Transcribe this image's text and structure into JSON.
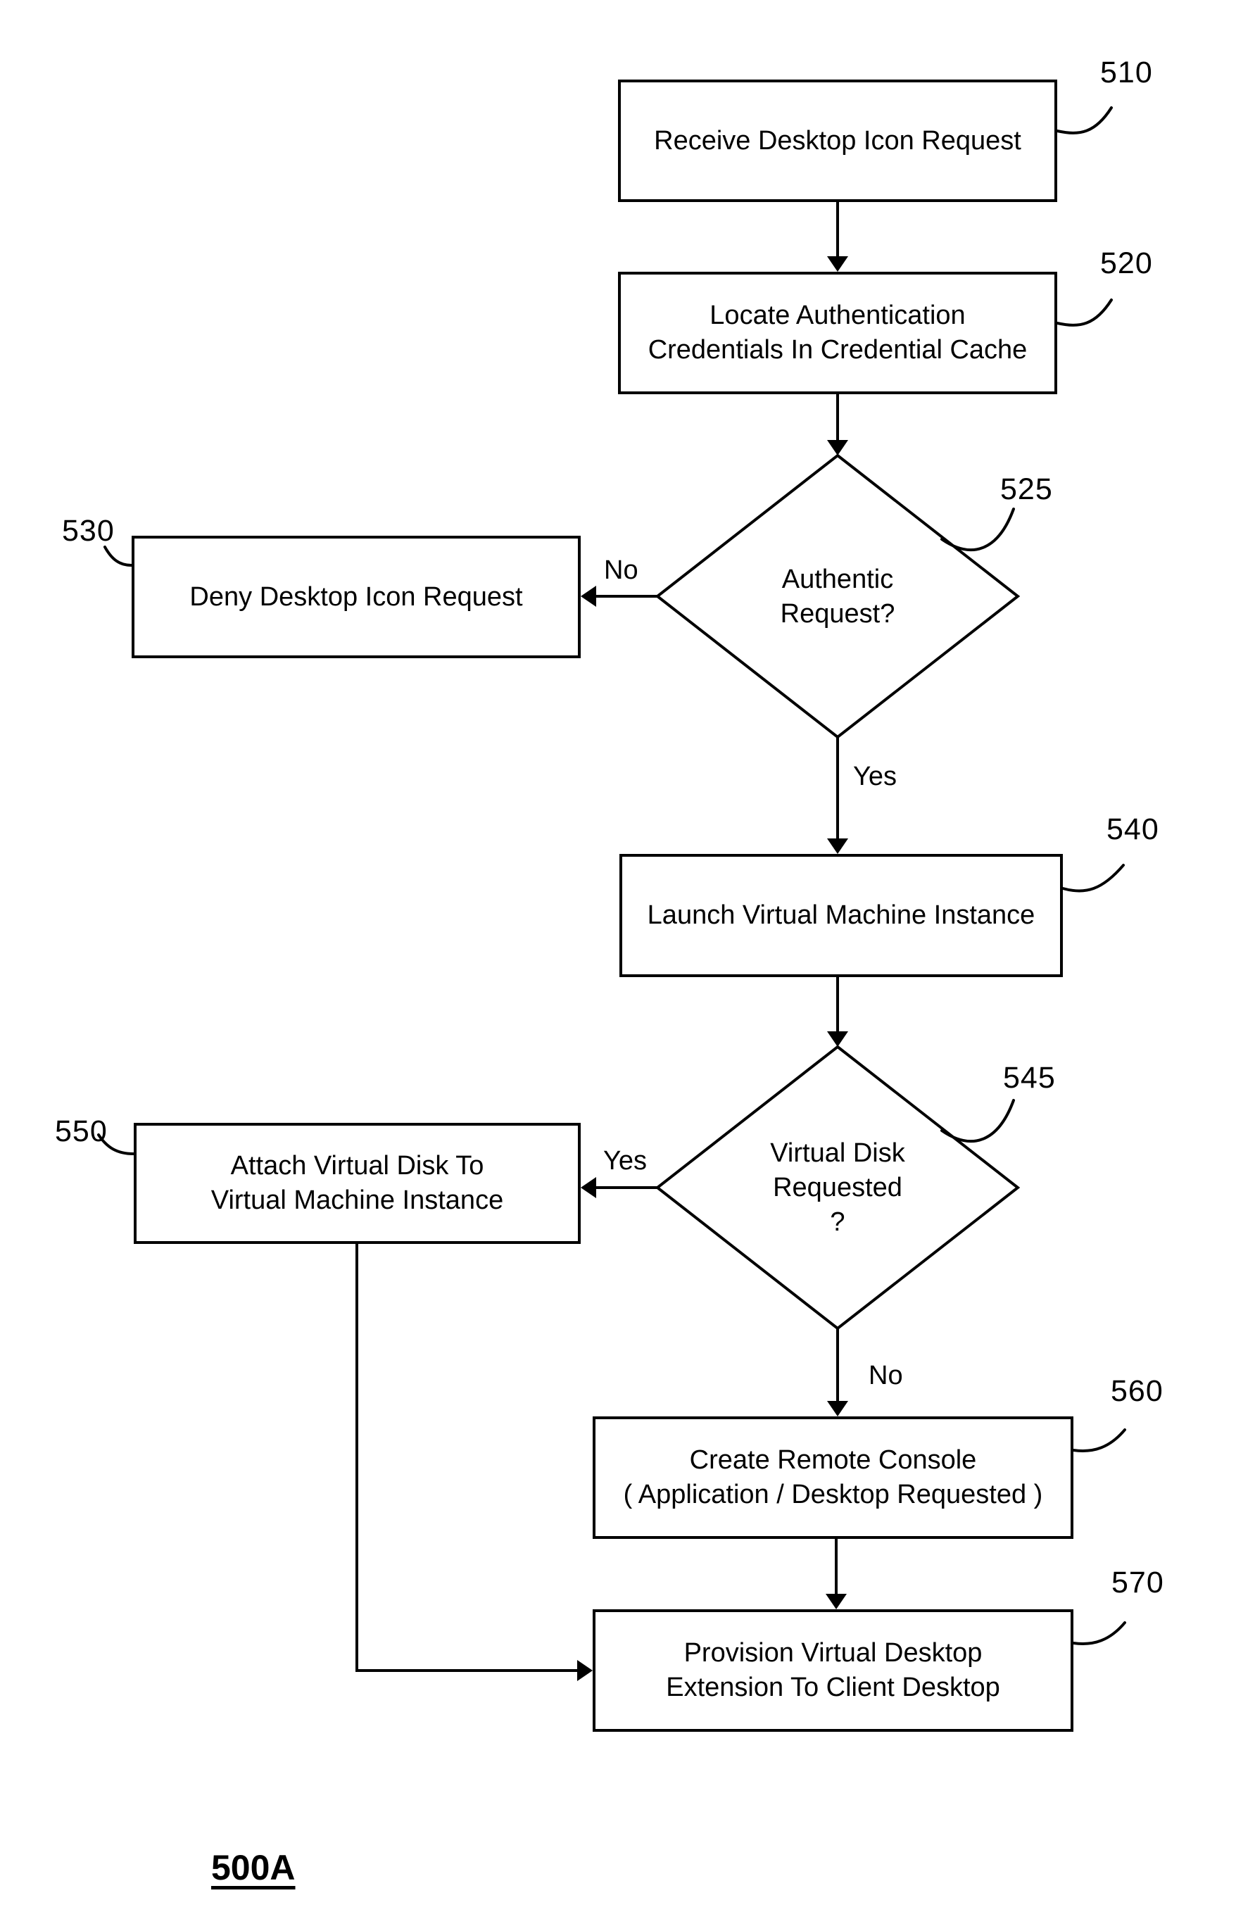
{
  "figure_label": "500A",
  "nodes": {
    "receive": {
      "ref": "510",
      "lines": [
        "Receive Desktop Icon Request"
      ]
    },
    "locate": {
      "ref": "520",
      "lines": [
        "Locate Authentication",
        "Credentials In Credential Cache"
      ]
    },
    "authentic": {
      "ref": "525",
      "lines": [
        "Authentic",
        "Request?"
      ]
    },
    "deny": {
      "ref": "530",
      "lines": [
        "Deny Desktop Icon Request"
      ]
    },
    "launch": {
      "ref": "540",
      "lines": [
        "Launch Virtual Machine Instance"
      ]
    },
    "disk": {
      "ref": "545",
      "lines": [
        "Virtual Disk",
        "Requested",
        "?"
      ]
    },
    "attach": {
      "ref": "550",
      "lines": [
        "Attach Virtual Disk To",
        "Virtual Machine Instance"
      ]
    },
    "console": {
      "ref": "560",
      "lines": [
        "Create Remote Console",
        "( Application / Desktop Requested )"
      ]
    },
    "provision": {
      "ref": "570",
      "lines": [
        "Provision Virtual Desktop",
        "Extension To Client Desktop"
      ]
    }
  },
  "edge_labels": {
    "authentic_no": "No",
    "authentic_yes": "Yes",
    "disk_yes": "Yes",
    "disk_no": "No"
  },
  "colors": {
    "ink": "#000000",
    "background": "#ffffff"
  }
}
